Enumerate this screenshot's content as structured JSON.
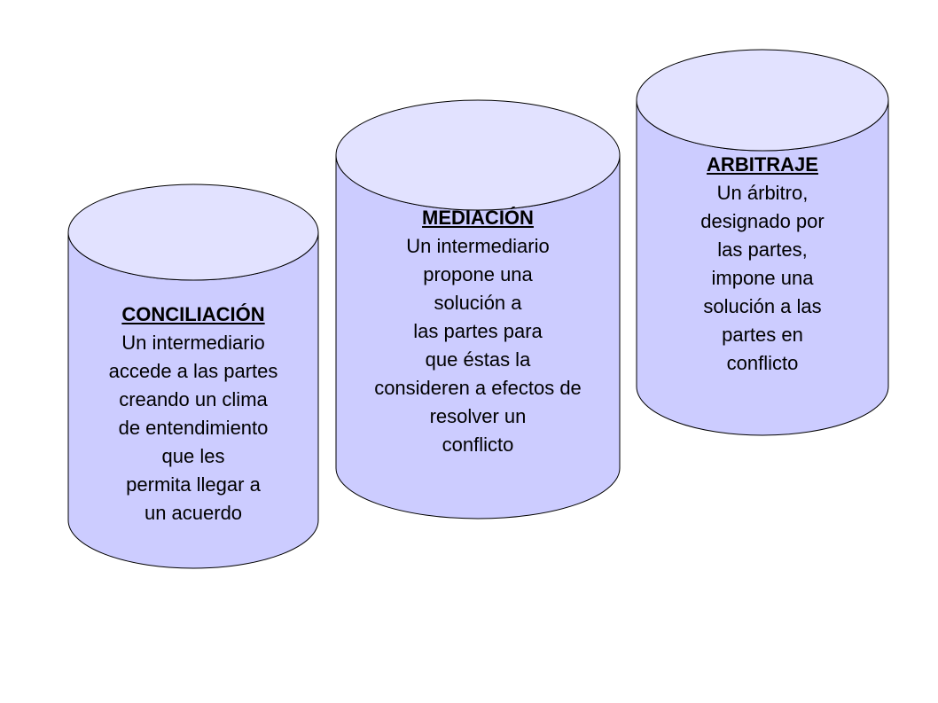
{
  "colors": {
    "body": "#ccccff",
    "top": "#e2e2ff",
    "outline": "#000000"
  },
  "cylinders": [
    {
      "title": "CONCILIACIÓN",
      "lines": [
        "Un intermediario",
        "accede a las partes",
        "creando un clima",
        "de entendimiento",
        "que les",
        "permita llegar a",
        "un acuerdo"
      ]
    },
    {
      "title": "MEDIACIÓN",
      "lines": [
        "Un intermediario",
        "propone una",
        "solución a",
        "las partes para",
        "que éstas la",
        "consideren a efectos de",
        "resolver un",
        "conflicto"
      ]
    },
    {
      "title": "ARBITRAJE",
      "lines": [
        "Un árbitro,",
        "designado por",
        "las partes,",
        "impone una",
        "solución a las",
        "partes en",
        "conflicto"
      ]
    }
  ]
}
